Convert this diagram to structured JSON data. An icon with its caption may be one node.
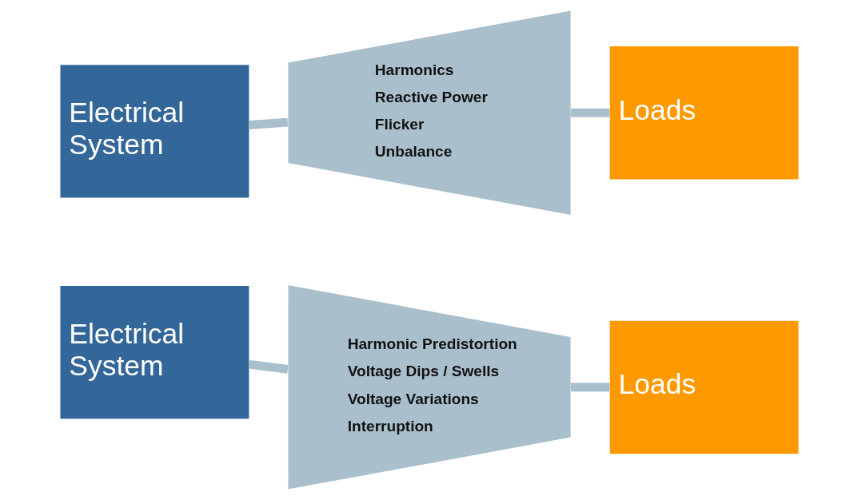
{
  "diagram": {
    "nodes": [
      {
        "text": [
          "Electrical System"
        ]
      },
      {
        "text": [
          "Harmonics",
          "Reactive Power",
          "Flicker",
          "Unbalance"
        ]
      },
      {
        "text": [
          "Loads"
        ]
      },
      {
        "text": [
          "Electrical System"
        ]
      },
      {
        "text": [
          "Harmonic Predistortion",
          "Voltage Dips / Swells",
          "Voltage Variations",
          "Interruption"
        ]
      },
      {
        "text": [
          "Loads"
        ]
      }
    ],
    "edges": [
      {
        "from": 0,
        "to": 1,
        "arrow": "none"
      },
      {
        "from": 1,
        "to": 2,
        "arrow": "none"
      },
      {
        "from": 3,
        "to": 4,
        "arrow": "none"
      },
      {
        "from": 4,
        "to": 5,
        "arrow": "none"
      }
    ]
  }
}
